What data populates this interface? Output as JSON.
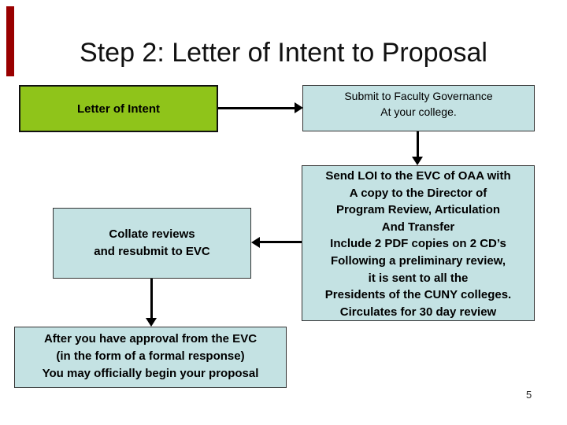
{
  "slide": {
    "title": "Step 2: Letter of Intent to Proposal",
    "page_number": "5"
  },
  "flowchart": {
    "letter_of_intent": {
      "label": "Letter of Intent"
    },
    "submit_to_governance": {
      "lines": [
        "Submit to Faculty Governance",
        "At your college."
      ]
    },
    "send_loi_to_evc": {
      "lines": [
        "Send LOI to the EVC of OAA with",
        "A copy to the Director of",
        "Program Review, Articulation",
        "And Transfer",
        "Include 2 PDF copies on 2 CD’s",
        "Following a preliminary review,",
        "it is sent to all the",
        "Presidents of the CUNY colleges.",
        "Circulates for 30 day review"
      ]
    },
    "collate_reviews": {
      "lines": [
        "Collate reviews",
        "and resubmit to EVC"
      ]
    },
    "approval": {
      "lines": [
        "After you have approval from the EVC",
        "(in the form of a formal response)",
        "You may officially begin your proposal"
      ]
    }
  },
  "colors": {
    "box_green": "#8FC41A",
    "box_blue": "#C4E2E3",
    "accent_bar": "#990000",
    "arrow": "#000000"
  }
}
